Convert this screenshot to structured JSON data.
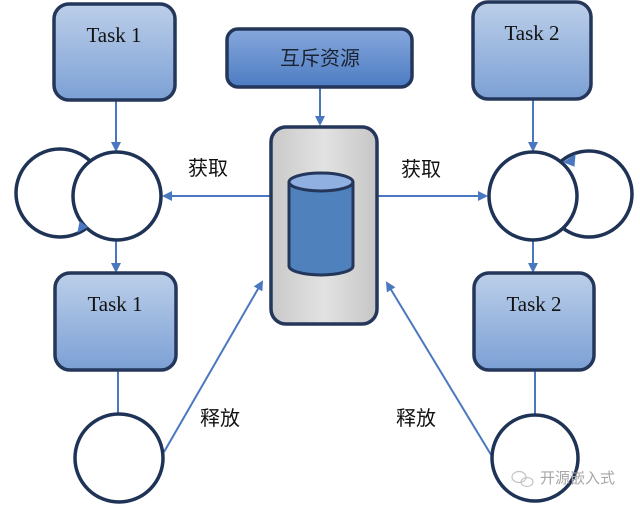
{
  "diagram": {
    "mutex_resource": {
      "label": "互斥资源"
    },
    "tasks": [
      {
        "id": "task1-top",
        "label": "Task 1"
      },
      {
        "id": "task2-top",
        "label": "Task 2"
      },
      {
        "id": "task1-bottom",
        "label": "Task 1"
      },
      {
        "id": "task2-bottom",
        "label": "Task 2"
      }
    ],
    "edge_labels": {
      "acquire_left": "获取",
      "acquire_right": "获取",
      "release_left": "释放",
      "release_right": "释放"
    },
    "colors": {
      "box_fill_top": "#b9cce6",
      "box_fill_bottom": "#7ea1d6",
      "box_stroke": "#24375a",
      "arrow": "#4a78c0",
      "resource_fill": "#d2d2d2",
      "cylinder_fill": "#4f81bd",
      "circle_stroke": "#1f3356"
    }
  },
  "watermark": {
    "icon": "wechat-icon",
    "text": "开源嵌入式"
  }
}
